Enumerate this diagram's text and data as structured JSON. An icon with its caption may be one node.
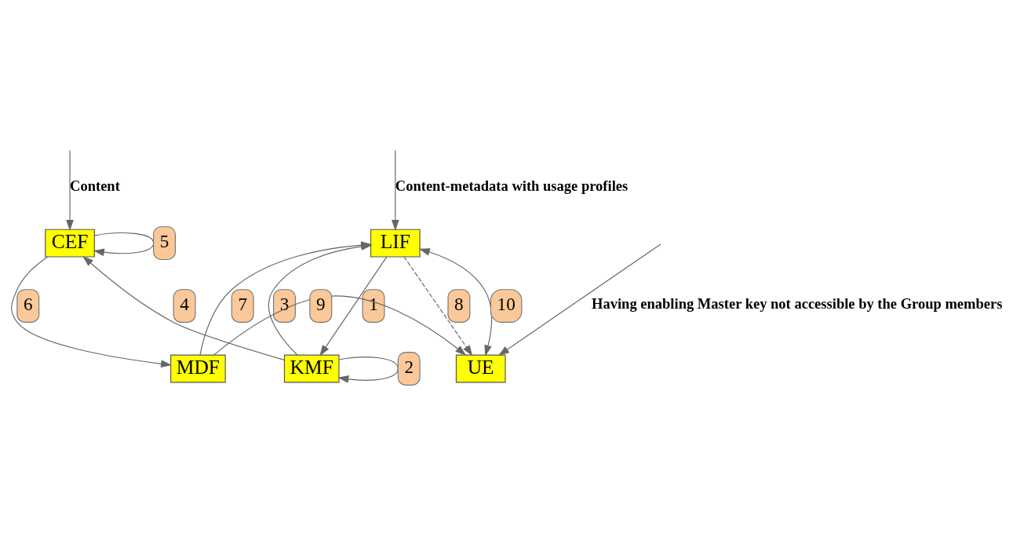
{
  "diagram": {
    "nodes": [
      {
        "text": [
          "CEF"
        ]
      },
      {
        "text": [
          "LIF"
        ]
      },
      {
        "text": [
          "KMF"
        ]
      },
      {
        "text": [
          "MDF"
        ]
      },
      {
        "text": [
          "UE"
        ]
      }
    ],
    "edges": [
      {
        "from": null,
        "to": 0,
        "arrow": "to",
        "label": "Content"
      },
      {
        "from": 0,
        "to": 0,
        "arrow": "to",
        "label": "5"
      },
      {
        "from": 1,
        "to": 2,
        "arrow": "to",
        "label": "1"
      },
      {
        "from": 2,
        "to": 2,
        "arrow": "to",
        "label": "2"
      },
      {
        "from": 2,
        "to": 1,
        "arrow": "to",
        "label": "3"
      },
      {
        "from": 2,
        "to": 0,
        "arrow": "to",
        "label": "4"
      },
      {
        "from": 0,
        "to": 3,
        "arrow": "to",
        "label": "6"
      },
      {
        "from": 3,
        "to": 1,
        "arrow": "to",
        "label": "7"
      },
      {
        "from": 1,
        "to": 4,
        "arrow": "to",
        "label": "8",
        "style": "dashed"
      },
      {
        "from": 3,
        "to": 4,
        "arrow": "to",
        "label": "9"
      },
      {
        "from": 1,
        "to": 4,
        "arrow": "both",
        "label": "10"
      },
      {
        "from": null,
        "to": 1,
        "arrow": "to",
        "label": "Content-metadata with usage profiles"
      },
      {
        "from": null,
        "to": 4,
        "arrow": "to",
        "label": "Having enabling Master key not accessible by the Group members"
      }
    ]
  }
}
